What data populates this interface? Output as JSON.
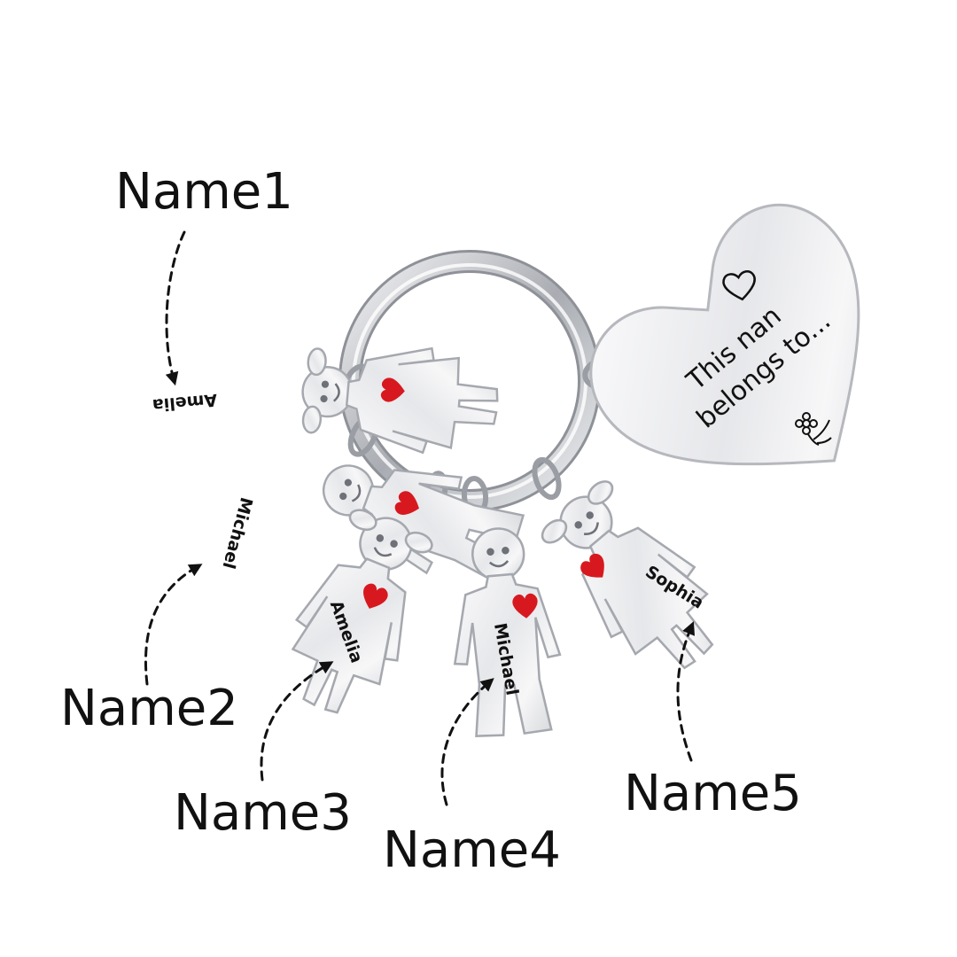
{
  "callouts": [
    {
      "label": "Name1",
      "engraving": "Amelia"
    },
    {
      "label": "Name2",
      "engraving": "Michael"
    },
    {
      "label": "Name3",
      "engraving": "Amelia"
    },
    {
      "label": "Name4",
      "engraving": "Michael"
    },
    {
      "label": "Name5",
      "engraving": "Sophia"
    }
  ],
  "heart_tag": {
    "line1": "This nan",
    "line2": "belongs to..."
  },
  "colors": {
    "metal_light": "#f4f4f6",
    "metal_mid": "#c9cbd0",
    "metal_dark": "#7c7f86",
    "heart_enamel": "#d7191f",
    "ink": "#111111"
  },
  "icons": [
    "outline-heart-icon",
    "flower-icon",
    "enamel-heart-icon"
  ]
}
